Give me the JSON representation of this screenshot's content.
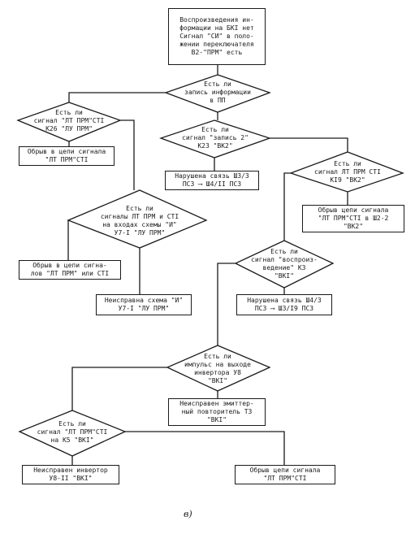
{
  "nodes": {
    "n1": "Воспроизведения ин-\nформации на БКI нет\nСигнал \"СИ\" в поло-\nжении переключателя\nВ2-\"ПРМ\" есть",
    "d1": "Есть ли\nзапись информации\nв ПП",
    "d2": "Есть ли\nсигнал \"ЛТ ПРМ\"СТI\nК26 \"ЛУ ПРМ\"",
    "b_break1": "Обрыв в цепи сигнала\n\"ЛТ ПРМ\"СТI",
    "d3": "Есть ли\nсигнал \"запись 2\"\nК23 \"ВК2\"",
    "b_link1": "Нарушена связь Ш3/3\nПС3 ⟶ Ш4/II ПС3",
    "d4": "Есть ли\nсигнал ЛТ ПРМ СТI\nКI9 \"ВК2\"",
    "b_break2": "Обрыв цепи сигнала\n\"ЛТ ПРМ\"СТI в Ш2-2\n\"ВК2\"",
    "d5": "Есть ли\nсигналы ЛТ ПРМ и СТI\nна входах схемы \"И\"\nУ7-I \"ЛУ ПРМ\"",
    "b_break3": "Обрыв в цепи сигна-\nлов \"ЛТ ПРМ\" или СТI",
    "b_and": "Неисправна схема \"И\"\nУ7-I \"ЛУ ПРМ\"",
    "d6": "Есть ли\nсигнал \"воспроиз-\nведение\" К3\n\"ВКI\"",
    "b_link2": "Нарушена связь Ш4/3\nПС3 ⟶ Ш3/I9  ПС3",
    "d7": "Есть ли\nимпульс на выходе\nинвертора У8\n\"ВКI\"",
    "b_emitter": "Неисправен эмиттер-\nный повторитель Т3\n\"ВКI\"",
    "d8": "Есть ли\nсигнал \"ЛТ ПРМ\"СТI\nна К5 \"ВКI\"",
    "b_inverter": "Неисправен инвертор\nУ8-II \"ВКI\"",
    "b_break4": "Обрыв цепи сигнала\n\"ЛТ ПРМ\"СТI"
  },
  "caption": "в)"
}
